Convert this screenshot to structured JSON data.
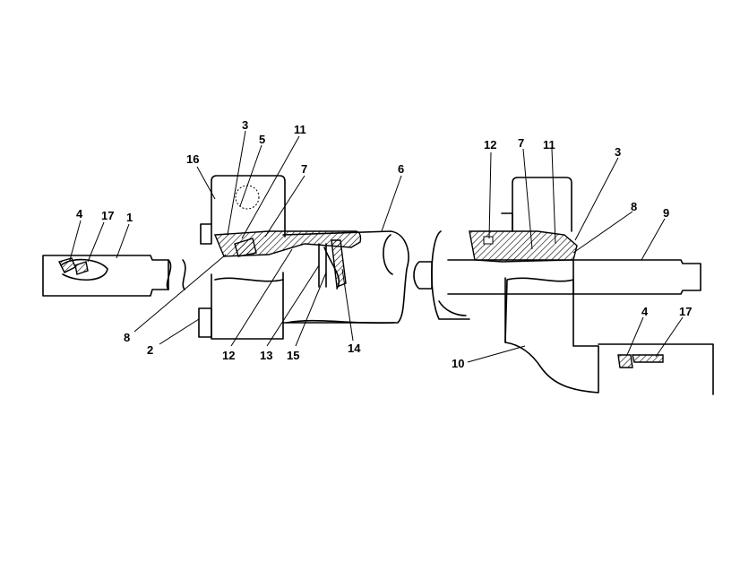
{
  "callouts": {
    "left": {
      "l1": "1",
      "l17": "17",
      "l4": "4",
      "l16": "16",
      "l3": "3",
      "l5": "5",
      "l11": "11",
      "l7": "7",
      "l6": "6",
      "l8": "8",
      "l2": "2",
      "l12": "12",
      "l13": "13",
      "l15": "15",
      "l14": "14"
    },
    "right": {
      "l12": "12",
      "l7": "7",
      "l11": "11",
      "l3": "3",
      "l8": "8",
      "l9": "9",
      "l4": "4",
      "l17": "17",
      "l10": "10"
    }
  }
}
